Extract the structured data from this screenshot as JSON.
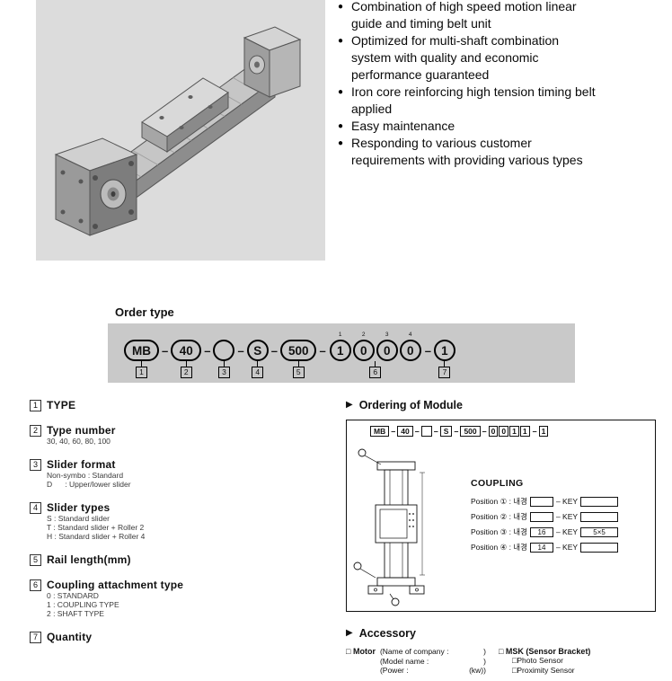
{
  "colors": {
    "order_band": "#c9c9c9",
    "image_background": "#dcdcdc"
  },
  "features": {
    "bullet": "●",
    "items": [
      "Combination of high speed motion linear guide and timing belt unit",
      "Optimized for multi-shaft combination system with quality and economic performance guaranteed",
      "Iron core reinforcing high tension timing belt applied",
      "Easy maintenance",
      "Responding to various customer requirements with providing various types"
    ]
  },
  "order": {
    "title": "Order type",
    "dash": "–",
    "segments": [
      {
        "label": "MB",
        "num": "1"
      },
      {
        "label": "40",
        "num": "2"
      },
      {
        "label": "",
        "num": "3"
      },
      {
        "label": "S",
        "num": "4"
      },
      {
        "label": "500",
        "num": "5"
      },
      {
        "digits": [
          "1",
          "0",
          "0",
          "0"
        ],
        "sups": [
          "1",
          "2",
          "3",
          "4"
        ],
        "num": "6"
      },
      {
        "label": "1",
        "num": "7"
      }
    ]
  },
  "legend": {
    "sections": [
      {
        "num": "1",
        "title": "TYPE",
        "lines": []
      },
      {
        "num": "2",
        "title": "Type number",
        "lines": [
          "30, 40, 60, 80, 100"
        ]
      },
      {
        "num": "3",
        "title": "Slider format",
        "lines": [
          "Non-symbo : Standard",
          "D      : Upper/lower slider"
        ]
      },
      {
        "num": "4",
        "title": "Slider types",
        "lines": [
          "S : Standard slider",
          "T : Standard slider + Roller 2",
          "H : Standard slider + Roller 4"
        ]
      },
      {
        "num": "5",
        "title": "Rail length(mm)",
        "lines": []
      },
      {
        "num": "6",
        "title": "Coupling attachment type",
        "lines": [
          "0 : STANDARD",
          "1 : COUPLING TYPE",
          "2 : SHAFT TYPE"
        ]
      },
      {
        "num": "7",
        "title": "Quantity",
        "lines": []
      }
    ]
  },
  "module": {
    "arrow_icon": "▶",
    "title": "Ordering of Module",
    "code": {
      "p0": "MB",
      "p1": "40",
      "p2": "",
      "p3": "S",
      "p4": "500",
      "d1": "0",
      "d2": "0",
      "d3": "1",
      "d4": "1",
      "p6": "1"
    },
    "coupling": {
      "title": "COUPLING",
      "positions": [
        {
          "label": "Position ① : 내경",
          "value": "",
          "key_label": "– KEY",
          "key_value": ""
        },
        {
          "label": "Position ② : 내경",
          "value": "",
          "key_label": "– KEY",
          "key_value": ""
        },
        {
          "label": "Position ③ : 내경",
          "value": "16",
          "key_label": "– KEY",
          "key_value": "5×5"
        },
        {
          "label": "Position ④ : 내경",
          "value": "14",
          "key_label": "– KEY",
          "key_value": ""
        }
      ]
    }
  },
  "accessory": {
    "arrow_icon": "▶",
    "title": "Accessory",
    "checkbox_icon": "□",
    "motor": {
      "label": "Motor",
      "rows": [
        {
          "pre": "(Name of company :",
          "post": ")"
        },
        {
          "pre": "(Model name :",
          "post": ")"
        },
        {
          "pre": "(Power :",
          "post": "(kw))"
        }
      ]
    },
    "msk": {
      "label": "MSK (Sensor Bracket)",
      "options": [
        "Photo Sensor",
        "Proximity Sensor"
      ]
    }
  }
}
